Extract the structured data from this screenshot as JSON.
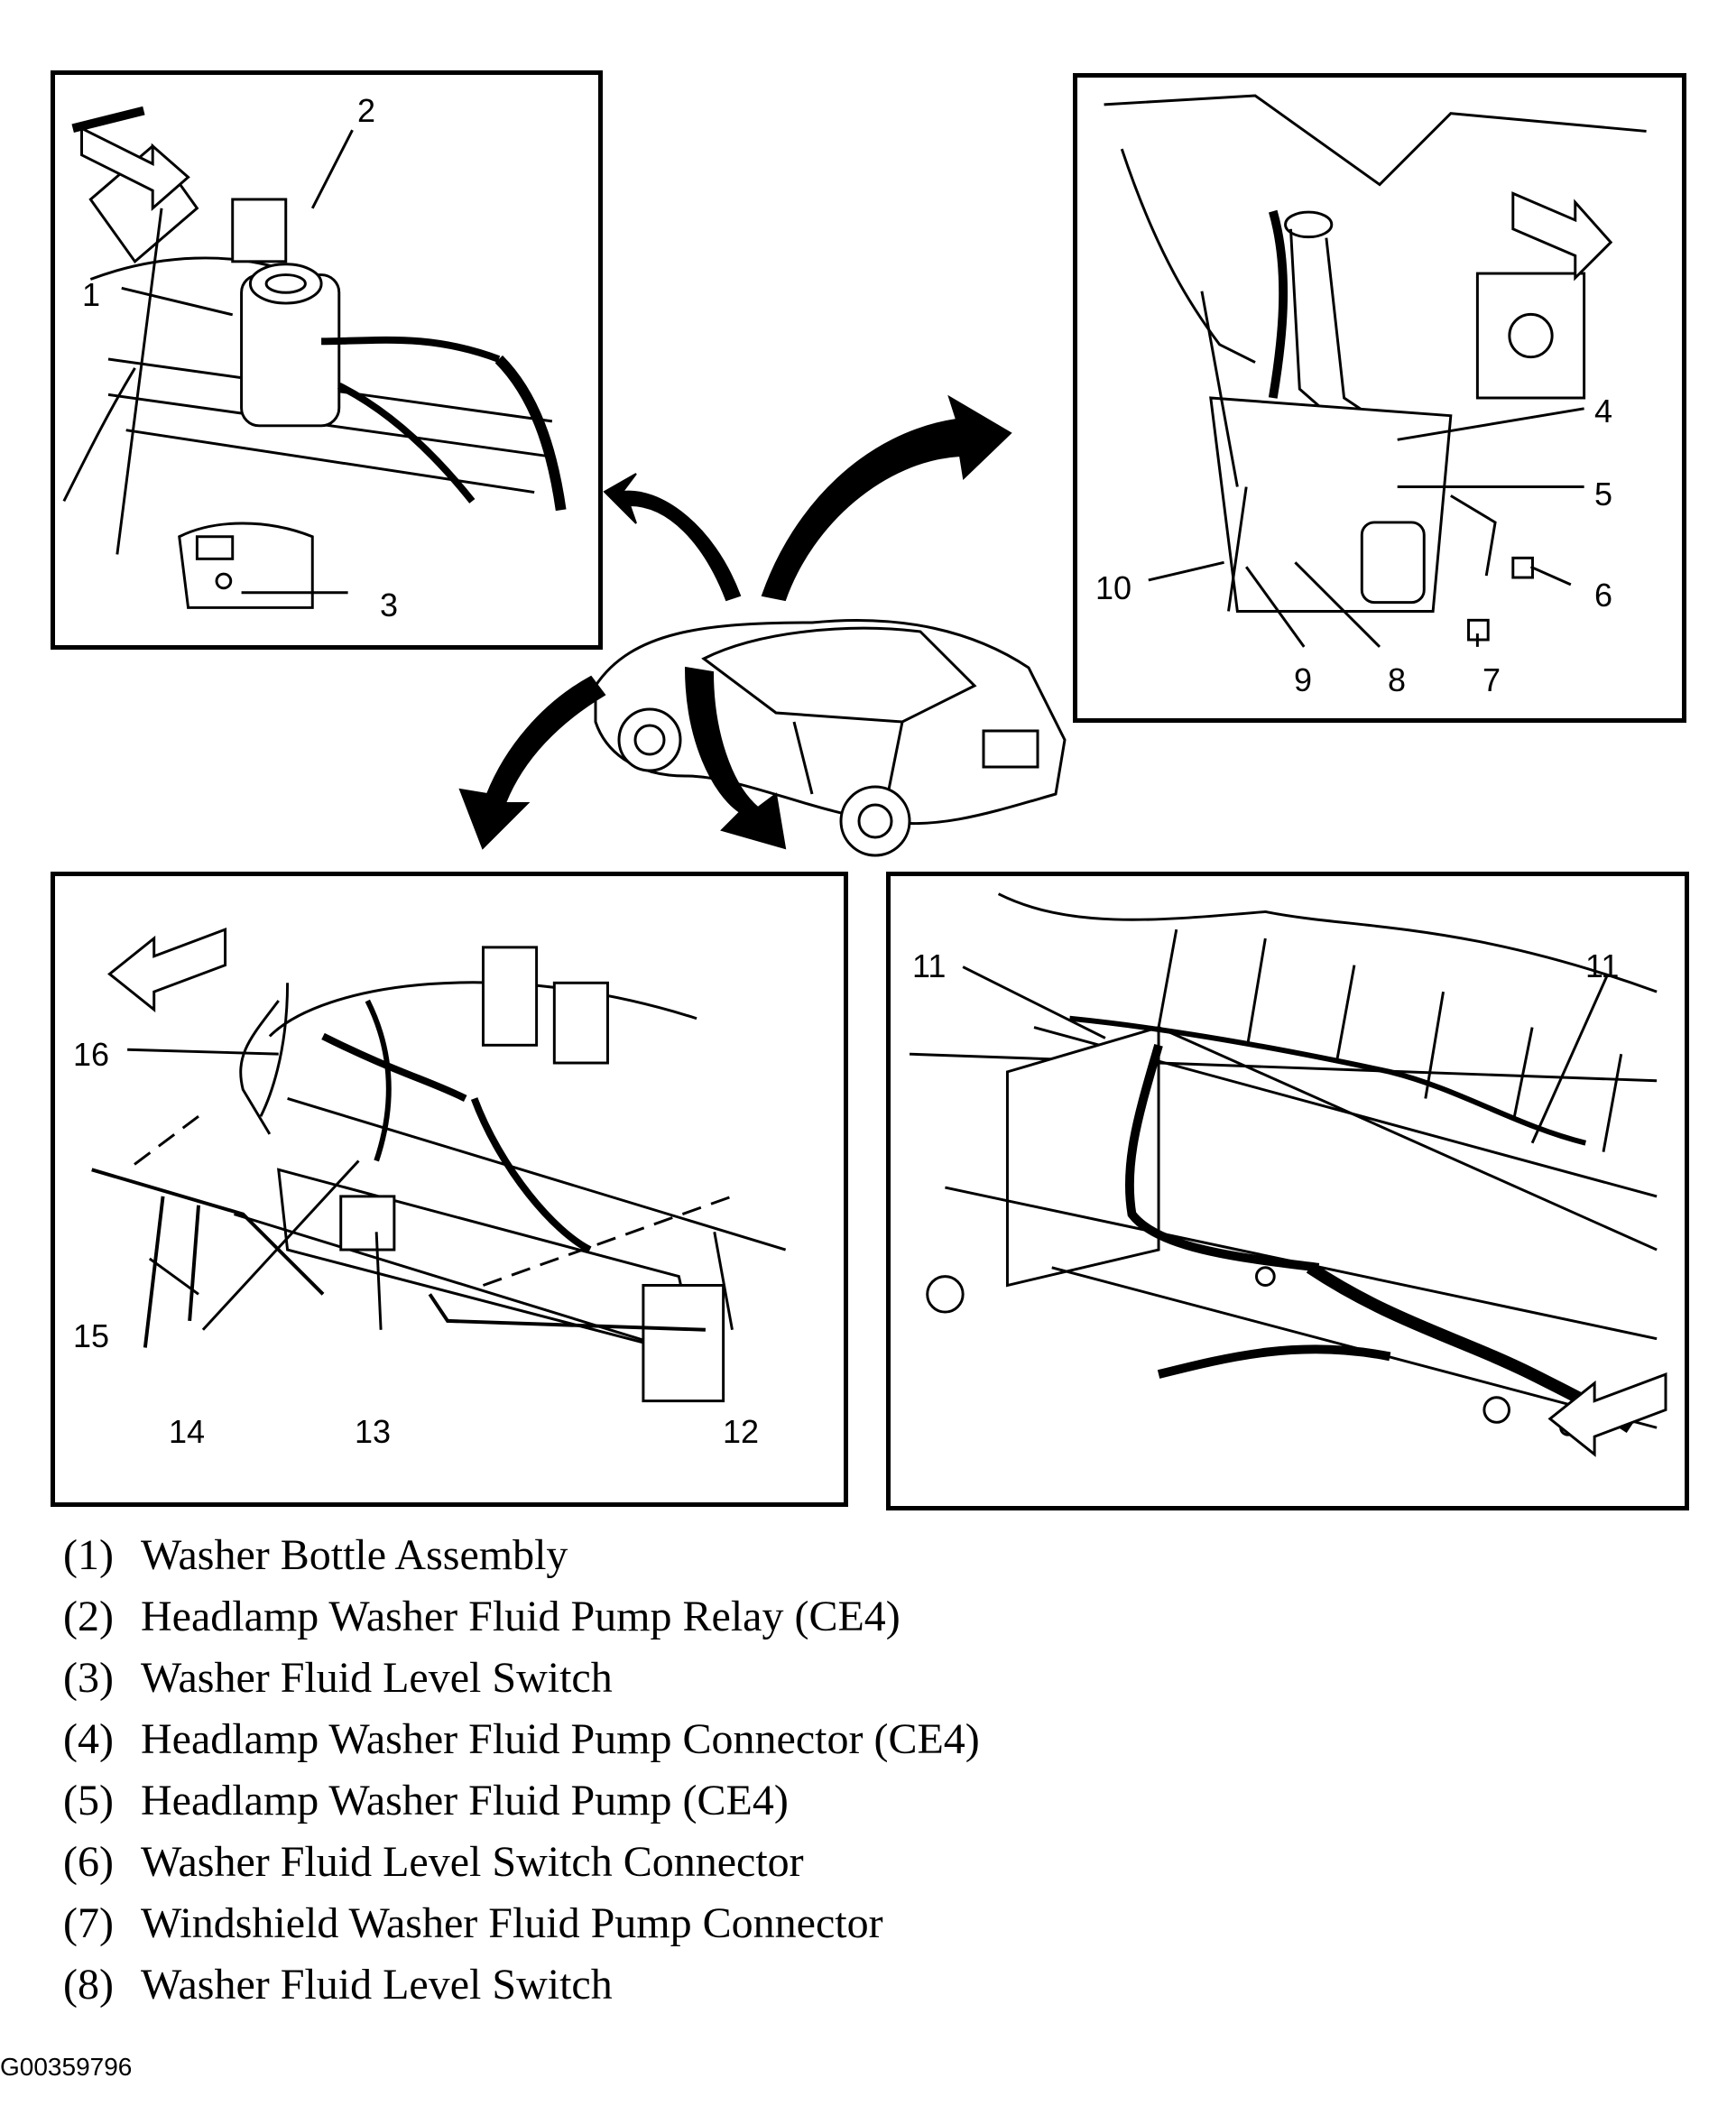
{
  "panels": {
    "top_left": {
      "callouts": [
        "1",
        "2",
        "3"
      ]
    },
    "top_right": {
      "callouts": [
        "4",
        "5",
        "6",
        "7",
        "8",
        "9",
        "10"
      ]
    },
    "bottom_left": {
      "callouts": [
        "12",
        "13",
        "14",
        "15",
        "16"
      ]
    },
    "bottom_right": {
      "callouts": [
        "11",
        "11"
      ]
    }
  },
  "legend": [
    {
      "num": "(1)",
      "text": "Washer Bottle Assembly"
    },
    {
      "num": "(2)",
      "text": "Headlamp Washer Fluid Pump Relay (CE4)"
    },
    {
      "num": "(3)",
      "text": "Washer Fluid Level Switch"
    },
    {
      "num": "(4)",
      "text": "Headlamp Washer Fluid Pump Connector (CE4)"
    },
    {
      "num": "(5)",
      "text": "Headlamp Washer Fluid Pump (CE4)"
    },
    {
      "num": "(6)",
      "text": "Washer Fluid Level Switch Connector"
    },
    {
      "num": "(7)",
      "text": "Windshield Washer Fluid Pump Connector"
    },
    {
      "num": "(8)",
      "text": "Washer Fluid Level Switch"
    }
  ],
  "figure_id": "G00359796"
}
